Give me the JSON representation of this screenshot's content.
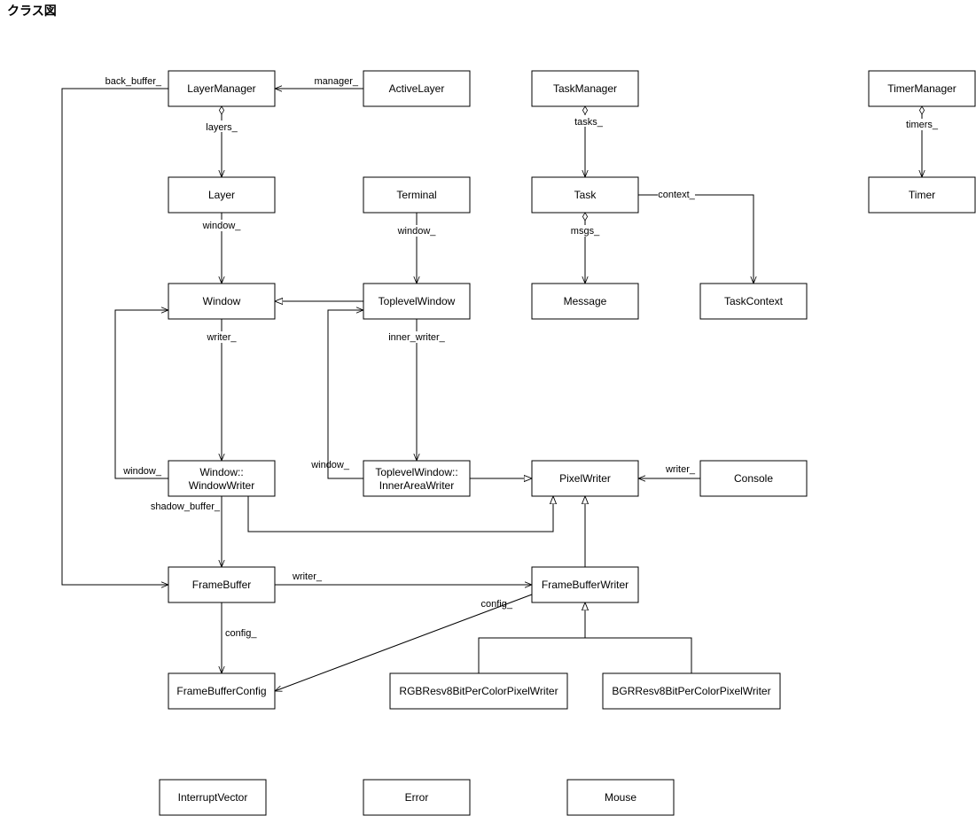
{
  "title": "クラス図",
  "classes": {
    "layer_manager": "LayerManager",
    "active_layer": "ActiveLayer",
    "task_manager": "TaskManager",
    "timer_manager": "TimerManager",
    "layer": "Layer",
    "terminal": "Terminal",
    "task": "Task",
    "timer": "Timer",
    "window": "Window",
    "toplevel_window": "ToplevelWindow",
    "message": "Message",
    "task_context": "TaskContext",
    "window_writer": [
      "Window::",
      "WindowWriter"
    ],
    "inner_area_writer": [
      "ToplevelWindow::",
      "InnerAreaWriter"
    ],
    "pixel_writer": "PixelWriter",
    "console": "Console",
    "frame_buffer": "FrameBuffer",
    "frame_buffer_writer": "FrameBufferWriter",
    "frame_buffer_config": "FrameBufferConfig",
    "rgb_writer": "RGBResv8BitPerColorPixelWriter",
    "bgr_writer": "BGRResv8BitPerColorPixelWriter",
    "interrupt_vector": "InterruptVector",
    "error": "Error",
    "mouse": "Mouse"
  },
  "edge_labels": {
    "back_buffer": "back_buffer_",
    "manager": "manager_",
    "layers": "layers_",
    "tasks": "tasks_",
    "timers": "timers_",
    "layer_window": "window_",
    "terminal_window": "window_",
    "context": "context_",
    "msgs": "msgs_",
    "window_writer": "writer_",
    "inner_writer": "inner_writer_",
    "writer_window": "window_",
    "inner_window": "window_",
    "console_writer": "writer_",
    "shadow_buffer": "shadow_buffer_",
    "fb_writer": "writer_",
    "fbw_config": "config_",
    "fb_config": "config_"
  },
  "colors": {
    "line": "#000000",
    "box_fill": "#ffffff",
    "text": "#000000"
  }
}
